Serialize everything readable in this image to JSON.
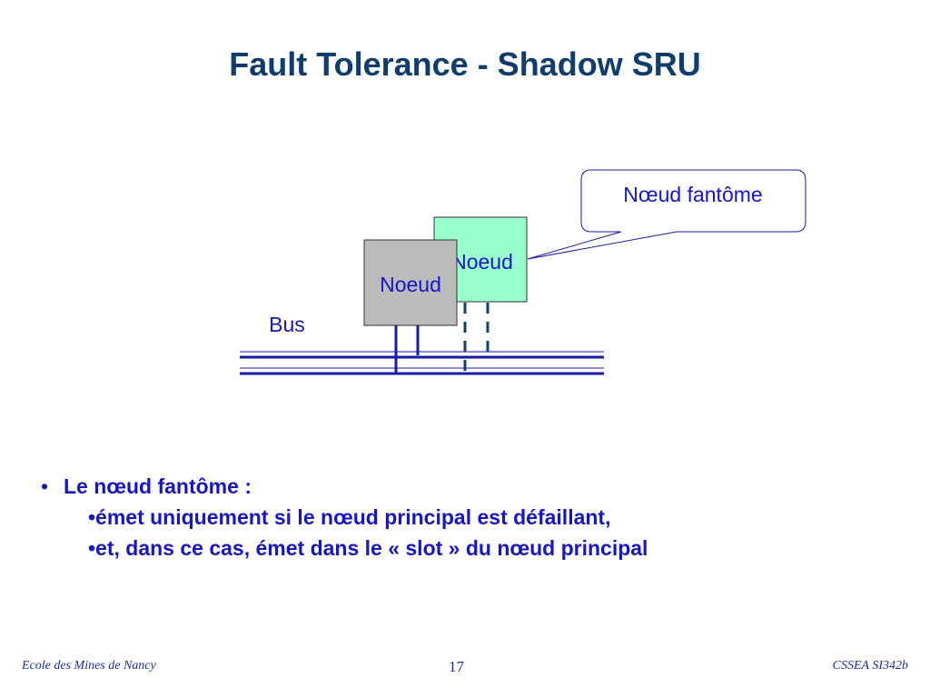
{
  "slide": {
    "title": "Fault Tolerance - Shadow SRU"
  },
  "diagram": {
    "callout_label": "Nœud fantôme",
    "shadow_node_label": "Noeud",
    "main_node_label": "Noeud",
    "bus_label": "Bus",
    "colors": {
      "shadow_node_fill": "#99ffcc",
      "main_node_fill": "#bbbbbb",
      "bus_line": "#1a1aa8",
      "shadow_connector": "#10406e",
      "text": "#1616c8"
    }
  },
  "bullets": {
    "main": "Le nœud fantôme :",
    "sub": [
      "•émet uniquement si le nœud principal est défaillant,",
      "•et, dans ce cas, émet dans le « slot » du nœud principal"
    ]
  },
  "footer": {
    "left": "Ecole des Mines de Nancy",
    "page_number": "17",
    "right": "CSSEA SI342b"
  }
}
